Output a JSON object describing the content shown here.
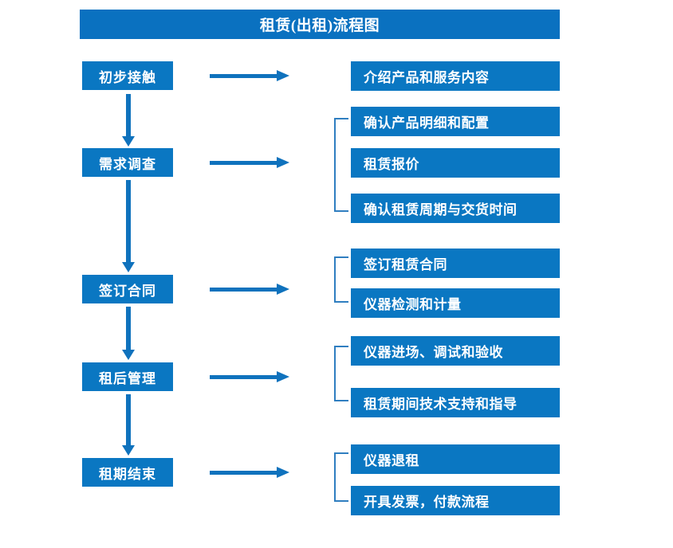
{
  "diagram": {
    "title": "租赁(出租)流程图",
    "colors": {
      "title_bar": "#0a71c0",
      "box_fill": "#0a77c2",
      "arrow": "#0f72bd",
      "bracket": "#2f7ec0",
      "text": "#ffffff",
      "background": "#ffffff"
    },
    "stages": [
      {
        "label": "初步接触"
      },
      {
        "label": "需求调查"
      },
      {
        "label": "签订合同"
      },
      {
        "label": "租后管理"
      },
      {
        "label": "租期结束"
      }
    ],
    "details": [
      {
        "label": "介绍产品和服务内容"
      },
      {
        "label": "确认产品明细和配置"
      },
      {
        "label": "租赁报价"
      },
      {
        "label": "确认租赁周期与交货时间"
      },
      {
        "label": "签订租赁合同"
      },
      {
        "label": "仪器检测和计量"
      },
      {
        "label": "仪器进场、调试和验收"
      },
      {
        "label": "租赁期间技术支持和指导"
      },
      {
        "label": "仪器退租"
      },
      {
        "label": "开具发票，付款流程"
      }
    ],
    "flow_arrows": {
      "horizontal_count": 5,
      "vertical_count": 4,
      "direction": "down-and-right"
    },
    "groups": [
      {
        "stage": "需求调查",
        "items": [
          "确认产品明细和配置",
          "租赁报价",
          "确认租赁周期与交货时间"
        ]
      },
      {
        "stage": "签订合同",
        "items": [
          "签订租赁合同",
          "仪器检测和计量"
        ]
      },
      {
        "stage": "租后管理",
        "items": [
          "仪器进场、调试和验收",
          "租赁期间技术支持和指导"
        ]
      },
      {
        "stage": "租期结束",
        "items": [
          "仪器退租",
          "开具发票，付款流程"
        ]
      }
    ]
  }
}
